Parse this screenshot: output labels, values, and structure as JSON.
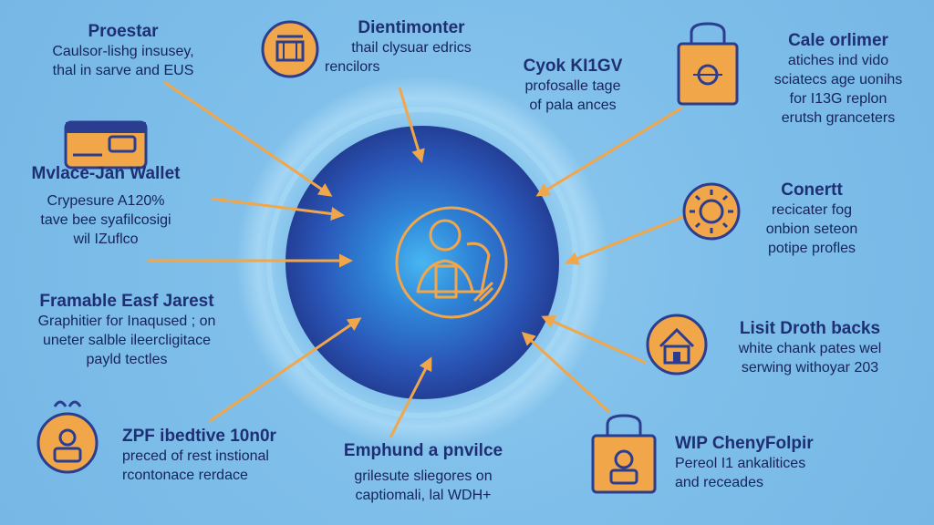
{
  "colors": {
    "background": "#7fbfea",
    "hub_outer": "#2a4fb0",
    "hub_core": "#3aa0e8",
    "icon_fill": "#f2a64a",
    "icon_stroke": "#2b3d8f",
    "arrow": "#f2a64a",
    "text": "#16245a"
  },
  "hub": {
    "icon": "person-with-items-icon"
  },
  "nodes": [
    {
      "id": "proestar",
      "icon": "none",
      "title": "Proestar",
      "lines": [
        "Caulsor-lishg insusey,",
        "thal in sarve and EUS"
      ]
    },
    {
      "id": "dentimonter",
      "icon": "robot-icon",
      "title": "Dientimonter",
      "lines": [
        "thail clysuar edrics",
        "rencilors"
      ]
    },
    {
      "id": "cyok",
      "icon": "none",
      "title": "Cyok KI1GV",
      "lines": [
        "profosalle tage",
        "of pala ances"
      ]
    },
    {
      "id": "cale",
      "icon": "shopping-bag-icon",
      "title": "Cale orlimer",
      "lines": [
        "atiches ind vido",
        "sciatecs age uonihs",
        "for I13G replon",
        "erutsh granceters"
      ]
    },
    {
      "id": "wallet",
      "icon": "wallet-icon",
      "title": "Mvlace-Jan Wallet",
      "lines": [
        "Crypesure A120%",
        "tave bee syafilcosigi",
        "wil IZuflco"
      ]
    },
    {
      "id": "conertt",
      "icon": "gear-icon",
      "title": "Conertt",
      "lines": [
        "recicater fog",
        "onbion seteon",
        "potipe profles"
      ]
    },
    {
      "id": "framable",
      "icon": "none",
      "title": "Framable Easf Jarest",
      "lines": [
        "Graphitier for Inaqused ; on",
        "uneter salble ileercligitace",
        "payld tectles"
      ]
    },
    {
      "id": "lisit",
      "icon": "house-icon",
      "title": "Lisit Droth backs",
      "lines": [
        "white chank pates wel",
        "serwing withoyar 203"
      ]
    },
    {
      "id": "zpf",
      "icon": "user-icon",
      "title": "ZPF ibedtive 10n0r",
      "lines": [
        "preced of rest instional",
        "rcontonace rerdace"
      ]
    },
    {
      "id": "emphund",
      "icon": "none",
      "title": "Emphund a pnvilce",
      "lines": [
        "grilesute sliegores on",
        "captiomali, lal WDH+"
      ]
    },
    {
      "id": "wip",
      "icon": "user-bag-icon",
      "title": "WIP ChenyFolpir",
      "lines": [
        "Pereol I1 ankalitices",
        "and receades"
      ]
    }
  ]
}
